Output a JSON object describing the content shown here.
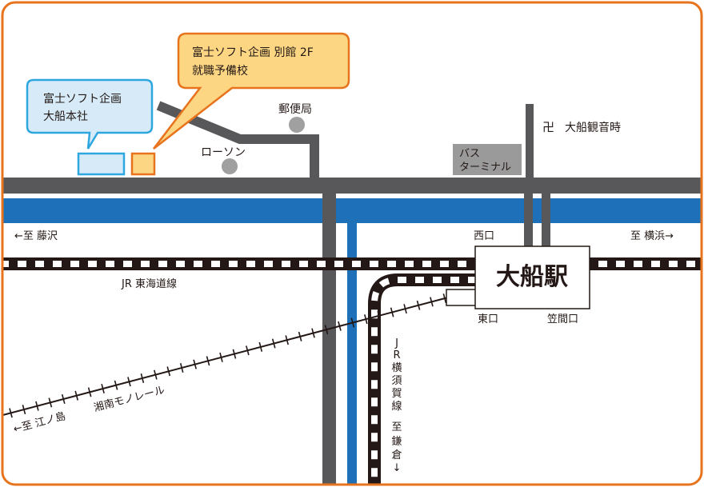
{
  "callouts": {
    "main_office": {
      "line1": "富士ソフト企画",
      "line2": "大船本社"
    },
    "annex": {
      "line1": "富士ソフト企画 別館 2F",
      "line2": "就職予備校"
    }
  },
  "landmarks": {
    "post_office": "郵便局",
    "lawson": "ローソン",
    "temple": "大船観音時",
    "temple_symbol": "卍",
    "bus_terminal_line1": "バス",
    "bus_terminal_line2": "ターミナル"
  },
  "directions": {
    "fujisawa": "←至 藤沢",
    "yokohama": "至 横浜→",
    "enoshima": "←至 江ノ島",
    "kamakura_chars": [
      "至",
      "鎌",
      "倉",
      "↓"
    ]
  },
  "railways": {
    "tokaido": "JR 東海道線",
    "yokosuka_chars": [
      "J",
      "R",
      "横",
      "須",
      "賀",
      "線"
    ],
    "shonan_monorail": "湘南モノレール"
  },
  "station": {
    "name": "大船駅",
    "west_exit": "西口",
    "east_exit": "東口",
    "kasama_exit": "笠間口"
  },
  "colors": {
    "frame": "#e8731d",
    "road": "#58585a",
    "river": "#1e71b8",
    "main_office_box": "#2ea7e0",
    "annex_box": "#e8731d",
    "annex_fill": "#fcd683",
    "callout_fill": "#d6ebf7",
    "landmark_dot": "#a0a0a0",
    "bus_box": "#9a9a9a"
  }
}
